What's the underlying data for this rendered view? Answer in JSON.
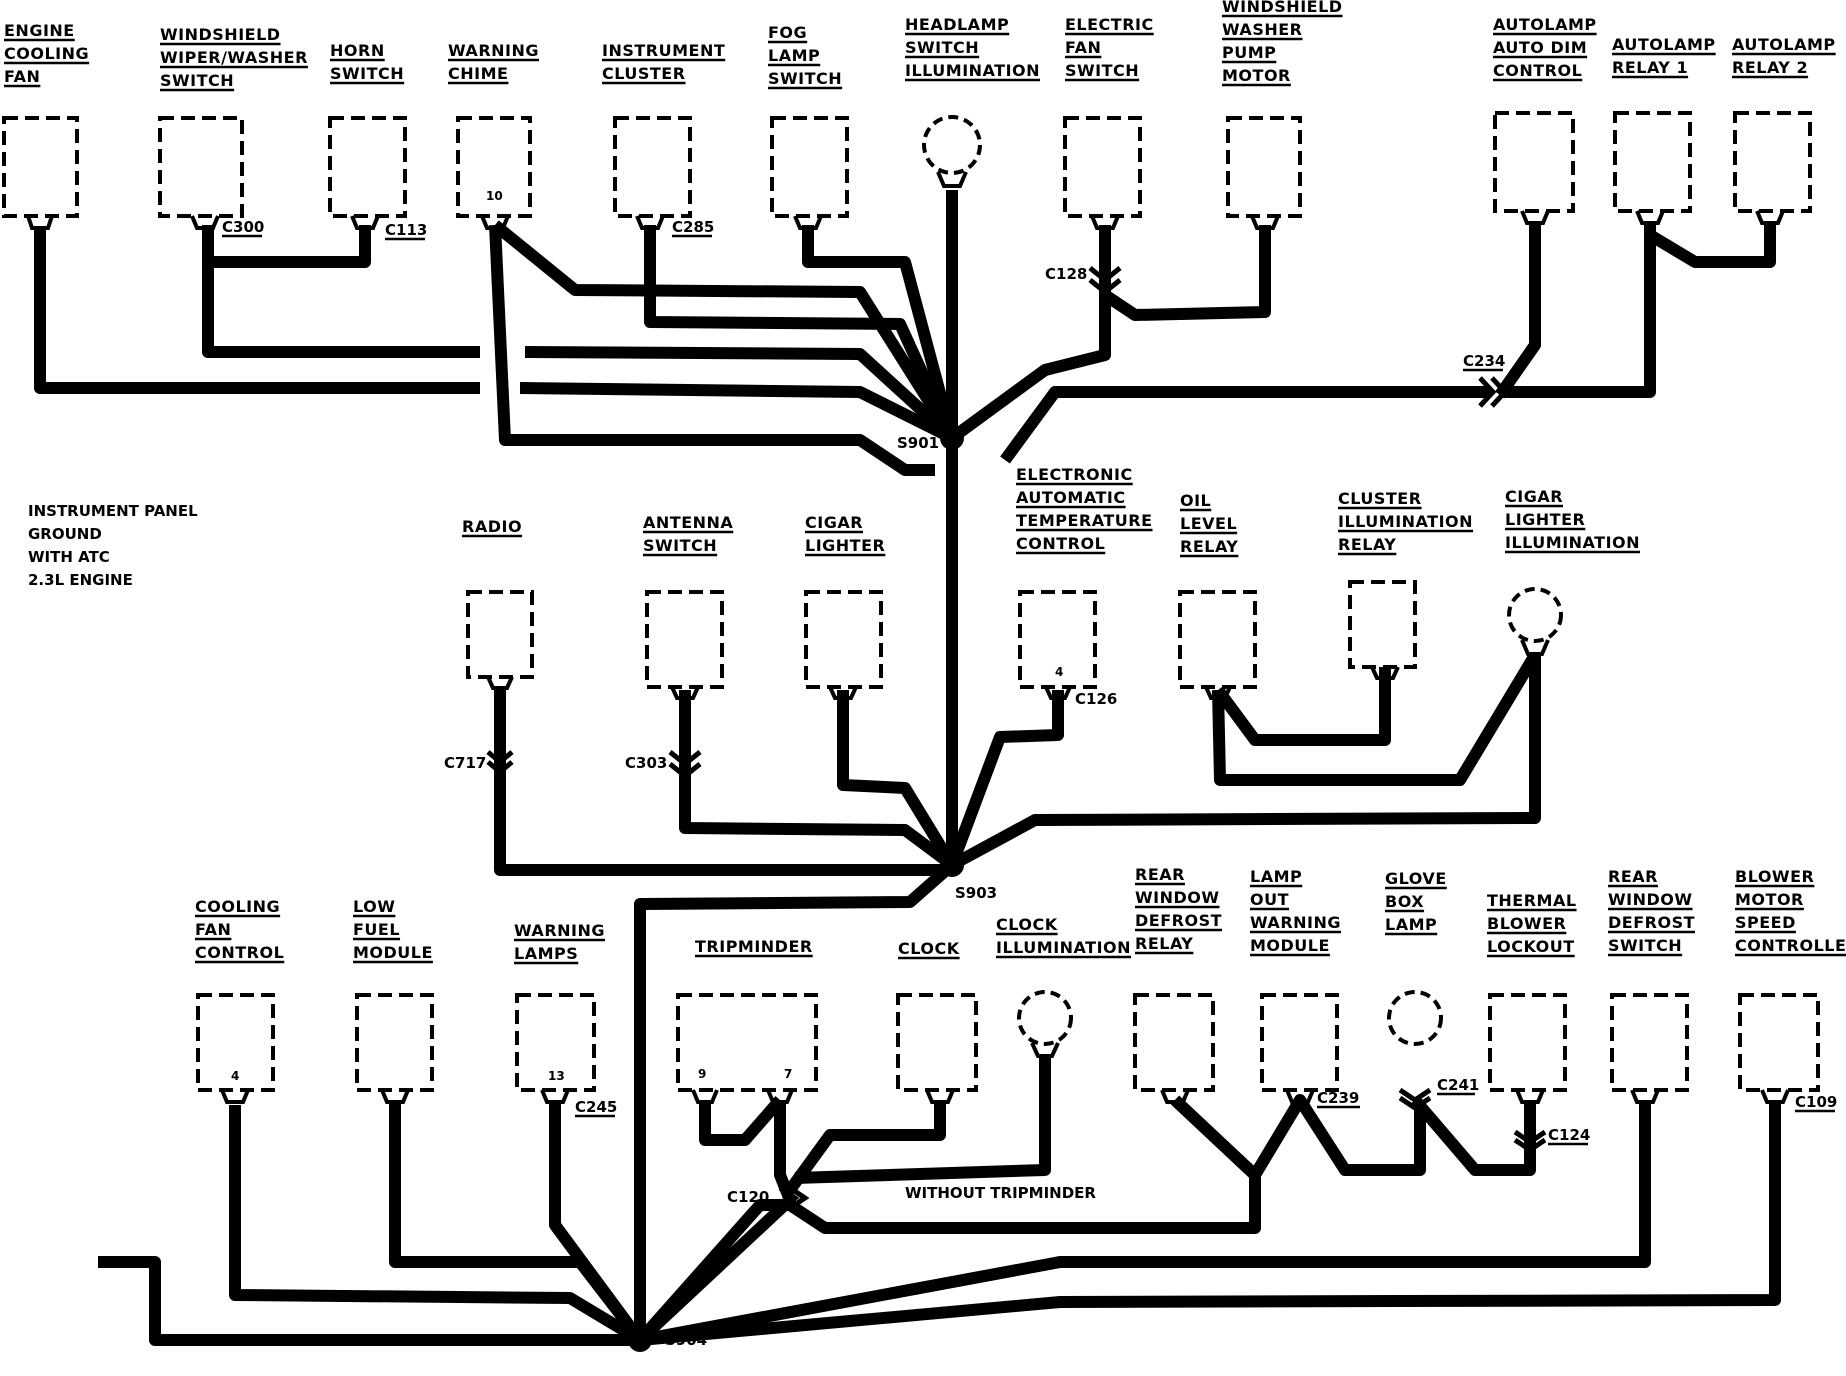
{
  "legend": [
    "INSTRUMENT PANEL",
    "GROUND",
    "WITH ATC",
    "2.3L ENGINE"
  ],
  "splices": [
    "S901",
    "S903",
    "S904"
  ],
  "row1": [
    {
      "lines": [
        "ENGINE",
        "COOLING",
        "FAN"
      ]
    },
    {
      "lines": [
        "WINDSHIELD",
        "WIPER/WASHER",
        "SWITCH"
      ],
      "connector": "C300"
    },
    {
      "lines": [
        "HORN",
        "SWITCH"
      ],
      "connector": "C113"
    },
    {
      "lines": [
        "WARNING",
        "CHIME"
      ],
      "pin": "10"
    },
    {
      "lines": [
        "INSTRUMENT",
        "CLUSTER"
      ],
      "connector": "C285"
    },
    {
      "lines": [
        "FOG",
        "LAMP",
        "SWITCH"
      ]
    },
    {
      "lines": [
        "HEADLAMP",
        "SWITCH",
        "ILLUMINATION"
      ]
    },
    {
      "lines": [
        "ELECTRIC",
        "FAN",
        "SWITCH"
      ],
      "connector": "C128"
    },
    {
      "lines": [
        "WINDSHIELD",
        "WASHER",
        "PUMP",
        "MOTOR"
      ]
    },
    {
      "lines": [
        "AUTOLAMP",
        "AUTO DIM",
        "CONTROL"
      ],
      "connector": "C234"
    },
    {
      "lines": [
        "AUTOLAMP",
        "RELAY 1"
      ]
    },
    {
      "lines": [
        "AUTOLAMP",
        "RELAY 2"
      ]
    }
  ],
  "row2": [
    {
      "lines": [
        "RADIO"
      ],
      "connector": "C717"
    },
    {
      "lines": [
        "ANTENNA",
        "SWITCH"
      ],
      "connector": "C303"
    },
    {
      "lines": [
        "CIGAR",
        "LIGHTER"
      ]
    },
    {
      "lines": [
        "ELECTRONIC",
        "AUTOMATIC",
        "TEMPERATURE",
        "CONTROL"
      ],
      "connector": "C126",
      "pin": "4"
    },
    {
      "lines": [
        "OIL",
        "LEVEL",
        "RELAY"
      ]
    },
    {
      "lines": [
        "CLUSTER",
        "ILLUMINATION",
        "RELAY"
      ]
    },
    {
      "lines": [
        "CIGAR",
        "LIGHTER",
        "ILLUMINATION"
      ]
    }
  ],
  "row3": [
    {
      "lines": [
        "COOLING",
        "FAN",
        "CONTROL"
      ],
      "pin": "4"
    },
    {
      "lines": [
        "LOW",
        "FUEL",
        "MODULE"
      ]
    },
    {
      "lines": [
        "WARNING",
        "LAMPS"
      ],
      "connector": "C245",
      "pin": "13"
    },
    {
      "lines": [
        "TRIPMINDER"
      ],
      "pins": [
        "9",
        "7"
      ]
    },
    {
      "lines": [
        "CLOCK"
      ]
    },
    {
      "lines": [
        "CLOCK",
        "ILLUMINATION"
      ]
    },
    {
      "lines": [
        "REAR",
        "WINDOW",
        "DEFROST",
        "RELAY"
      ]
    },
    {
      "lines": [
        "LAMP",
        "OUT",
        "WARNING",
        "MODULE"
      ],
      "connector": "C239"
    },
    {
      "lines": [
        "GLOVE",
        "BOX",
        "LAMP"
      ],
      "connector": "C241"
    },
    {
      "lines": [
        "THERMAL",
        "BLOWER",
        "LOCKOUT"
      ],
      "connector": "C124"
    },
    {
      "lines": [
        "REAR",
        "WINDOW",
        "DEFROST",
        "SWITCH"
      ]
    },
    {
      "lines": [
        "BLOWER",
        "MOTOR",
        "SPEED",
        "CONTROLLER"
      ],
      "connector": "C109"
    }
  ],
  "c120": "C120",
  "without_tripminder": "WITHOUT TRIPMINDER"
}
